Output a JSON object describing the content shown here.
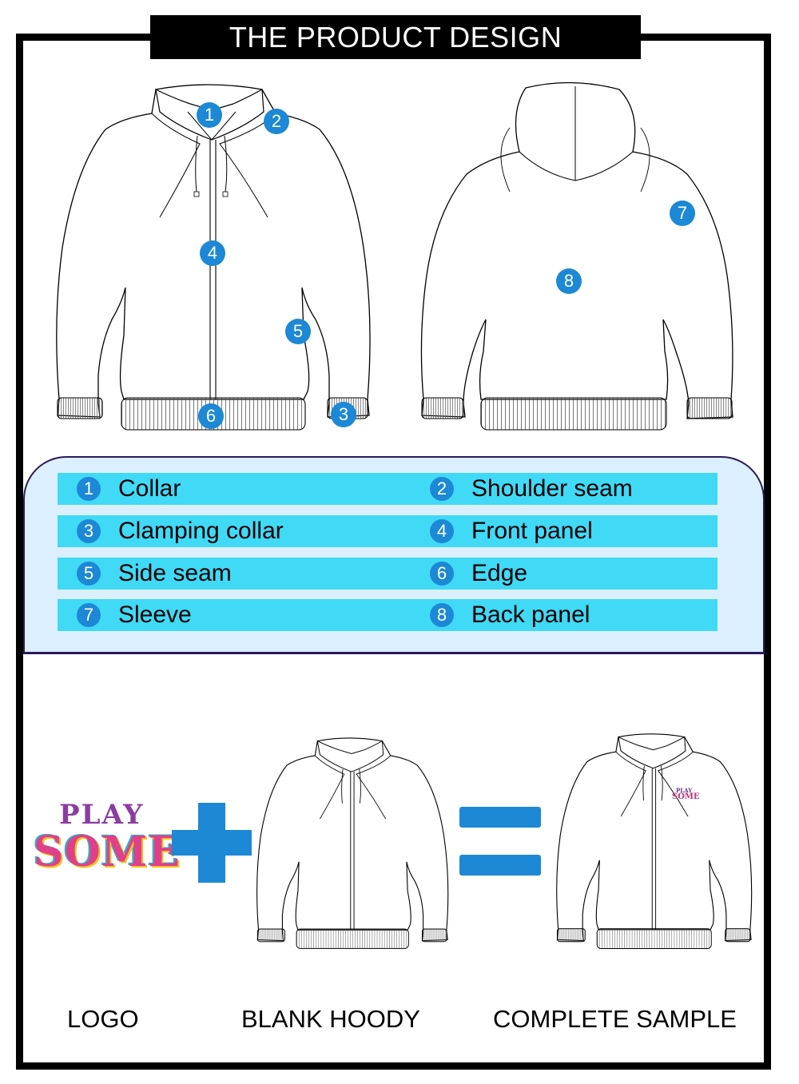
{
  "header": {
    "title": "THE PRODUCT DESIGN"
  },
  "callouts": {
    "c1": "1",
    "c2": "2",
    "c3": "3",
    "c4": "4",
    "c5": "5",
    "c6": "6",
    "c7": "7",
    "c8": "8"
  },
  "legend": [
    {
      "number": "1",
      "label": "Collar"
    },
    {
      "number": "2",
      "label": "Shoulder seam"
    },
    {
      "number": "3",
      "label": "Clamping collar"
    },
    {
      "number": "4",
      "label": "Front panel"
    },
    {
      "number": "5",
      "label": "Side seam"
    },
    {
      "number": "6",
      "label": "Edge"
    },
    {
      "number": "7",
      "label": "Sleeve"
    },
    {
      "number": "8",
      "label": "Back panel"
    }
  ],
  "logo": {
    "line1": "PLAY",
    "line2": "SOME"
  },
  "sample_logo": {
    "line1": "PLAY",
    "line2": "SOME"
  },
  "captions": {
    "logo": "LOGO",
    "blank": "BLANK HOODY",
    "complete": "COMPLETE SAMPLE"
  },
  "colors": {
    "accent": "#1c88d6",
    "row": "#40d9f6",
    "panel": "#dcefff"
  },
  "icons": {
    "plus": "plus-icon",
    "equals": "equals-icon"
  }
}
